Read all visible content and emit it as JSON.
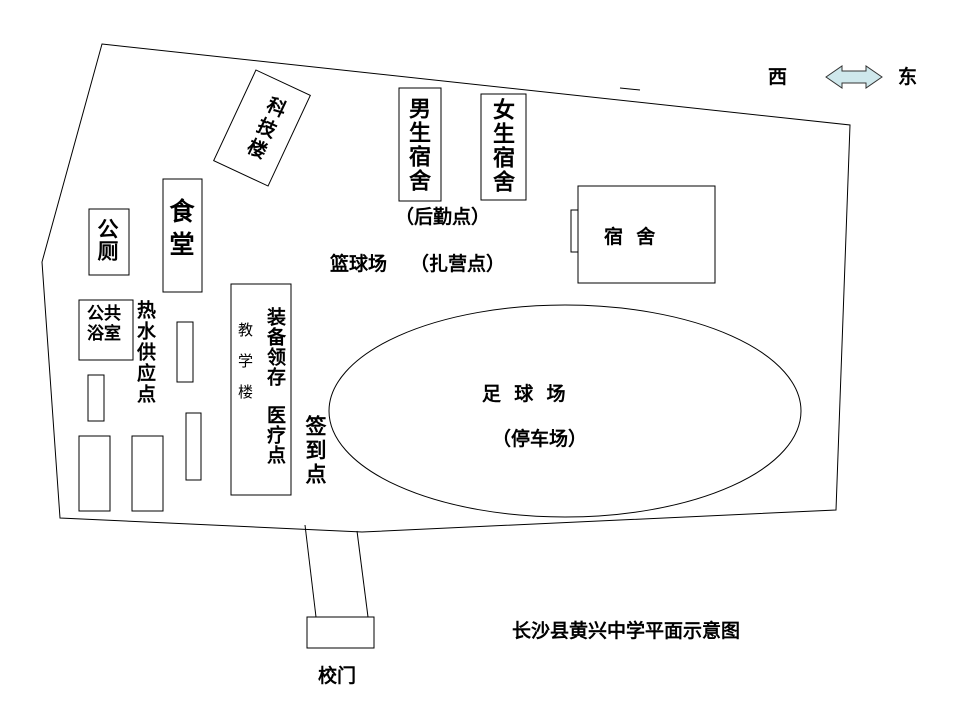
{
  "title": "长沙县黄兴中学平面示意图",
  "compass": {
    "west": "西",
    "east": "东",
    "arrow_color": "#cfe8ec"
  },
  "buildings": {
    "science_building": "科技楼",
    "boys_dorm": "男生宿舍",
    "girls_dorm": "女生宿舍",
    "logistics_point": "（后勤点）",
    "dormitory": "宿  舍",
    "canteen": "食堂",
    "toilet": "公厕",
    "bathroom": "公共浴室",
    "hot_water": "热水供应点",
    "teaching_building": "教学楼",
    "equipment_storage": "装备领存",
    "medical_point": "医疗点",
    "check_in_point": "签到点",
    "basketball_court": "篮球场",
    "camp_point": "（扎营点）",
    "football_field": "足  球  场",
    "parking_lot": "（停车场）",
    "school_gate": "校门"
  }
}
